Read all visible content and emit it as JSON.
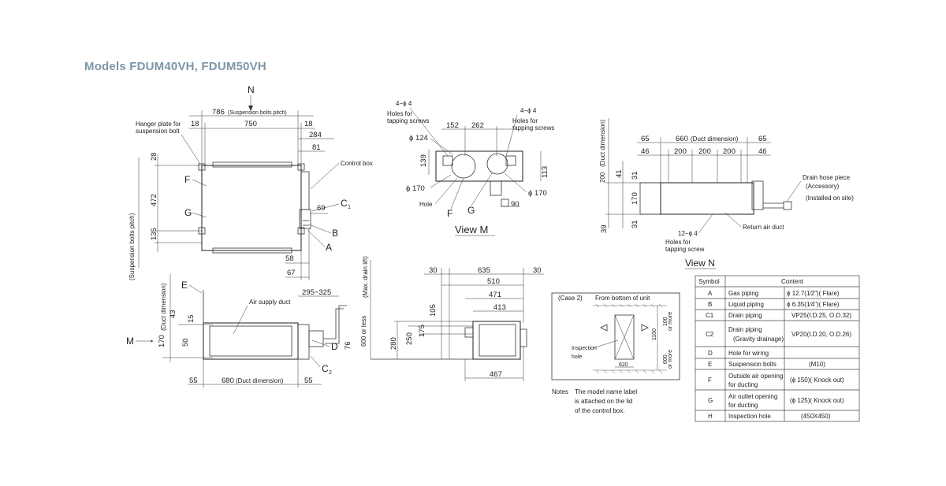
{
  "title": "Models  FDUM40VH, FDUM50VH",
  "top_view": {
    "north": "N",
    "dim_786": "786",
    "dim_786_note": "(Suspension bolts pitch)",
    "dim_18a": "18",
    "dim_750": "750",
    "dim_18b": "18",
    "dim_284": "284",
    "dim_81": "81",
    "dim_28": "28",
    "dim_472": "472",
    "dim_135": "135",
    "dim_69": "69",
    "dim_58": "58",
    "dim_67": "67",
    "side_note": "(Suspension bolts pitch)",
    "hanger_note_1": "Hanger plate for",
    "hanger_note_2": "suspension bolt",
    "control_box": "Control box",
    "label_F": "F",
    "label_G": "G",
    "label_C1": "C",
    "label_C1_sub": "1",
    "label_B": "B",
    "label_A": "A"
  },
  "view_m": {
    "holes_left": "4−ϕ 4",
    "holes_left_note_1": "Holes for",
    "holes_left_note_2": "tapping screws",
    "holes_right": "4−ϕ 4",
    "holes_right_note_1": "Holes for",
    "holes_right_note_2": "tapping screws",
    "dim_152": "152",
    "dim_262": "262",
    "dim_124": "ϕ 124",
    "dim_139": "139",
    "dim_170a": "ϕ 170",
    "dim_170b": "ϕ 170",
    "dim_113": "113",
    "dim_90": "90",
    "hole": "Hole",
    "label_F": "F",
    "label_G": "G",
    "caption": "View M"
  },
  "view_n": {
    "dim_65a": "65",
    "dim_660": "660",
    "dim_660_note": "(Duct dimension)",
    "dim_65b": "65",
    "dim_46a": "46",
    "dim_200a": "200",
    "dim_200b": "200",
    "dim_200c": "200",
    "dim_46b": "46",
    "dim_200v": "200",
    "dim_200v_note": "(Duct dimension)",
    "dim_41": "41",
    "dim_31a": "31",
    "dim_170": "170",
    "dim_39": "39",
    "dim_31b": "31",
    "holes": "12−ϕ 4",
    "holes_note_1": "Holes for",
    "holes_note_2": "tapping screw",
    "return_duct": "Return air duct",
    "drain_hose_1": "Drain hose piece",
    "drain_hose_2": "(Accessory)",
    "drain_hose_3": "(Installed on site)",
    "caption": "View N"
  },
  "front_view": {
    "label_E": "E",
    "duct_dim_note": "(Duct dimension)",
    "dim_43": "43",
    "dim_15": "15",
    "dim_170": "170",
    "dim_50": "50",
    "air_supply": "Air supply duct",
    "dim_295": "295−325",
    "max_drain": "(Max. drain lift)",
    "dim_600": "600 or less",
    "dim_76": "76",
    "label_D": "D",
    "label_C2": "C",
    "label_C2_sub": "2",
    "dim_55a": "55",
    "dim_680": "680",
    "dim_680_note": "(Duct dimension)",
    "dim_55b": "55",
    "label_M": "M"
  },
  "side_view": {
    "dim_30a": "30",
    "dim_635": "635",
    "dim_30b": "30",
    "dim_510": "510",
    "dim_471": "471",
    "dim_413": "413",
    "dim_280": "280",
    "dim_250": "250",
    "dim_175": "175",
    "dim_105": "105",
    "dim_467": "467"
  },
  "case2": {
    "heading": "(Case 2)",
    "from_bottom": "From bottom of unit",
    "dim_1100": "1100",
    "dim_100": "100",
    "dim_100_note": "or more",
    "dim_600": "600",
    "dim_600_note": "or more",
    "dim_620": "620",
    "inspection_1": "Inspection",
    "inspection_2": "hole"
  },
  "notes": {
    "label": "Notes",
    "line_1": "The model name label",
    "line_2": "is attached on the lid",
    "line_3": "of the control box."
  },
  "table": {
    "header_symbol": "Symbol",
    "header_content": "Content",
    "rows": [
      {
        "symbol": "A",
        "content": "Gas piping",
        "spec": "ϕ 12.7(1⁄2\")( Flare)"
      },
      {
        "symbol": "B",
        "content": "Liquid piping",
        "spec": "ϕ 6.35(1⁄4\")( Flare)"
      },
      {
        "symbol": "C1",
        "content": "Drain piping",
        "spec": "VP25(I.D.25, O.D.32)"
      },
      {
        "symbol": "C2",
        "content": "Drain piping",
        "content2": "(Gravity drainage)",
        "spec": "VP20(I.D.20, O.D.26)"
      },
      {
        "symbol": "D",
        "content": "Hole for wiring",
        "spec": ""
      },
      {
        "symbol": "E",
        "content": "Suspension bolts",
        "spec": "(M10)"
      },
      {
        "symbol": "F",
        "content": "Outside air opening",
        "content2": "for ducting",
        "spec": "(ϕ 150)( Knock out)"
      },
      {
        "symbol": "G",
        "content": "Air outlet opening",
        "content2": "for ducting",
        "spec": "(ϕ 125)( Knock out)"
      },
      {
        "symbol": "H",
        "content": "Inspection hole",
        "spec": "(450X450)"
      }
    ]
  }
}
